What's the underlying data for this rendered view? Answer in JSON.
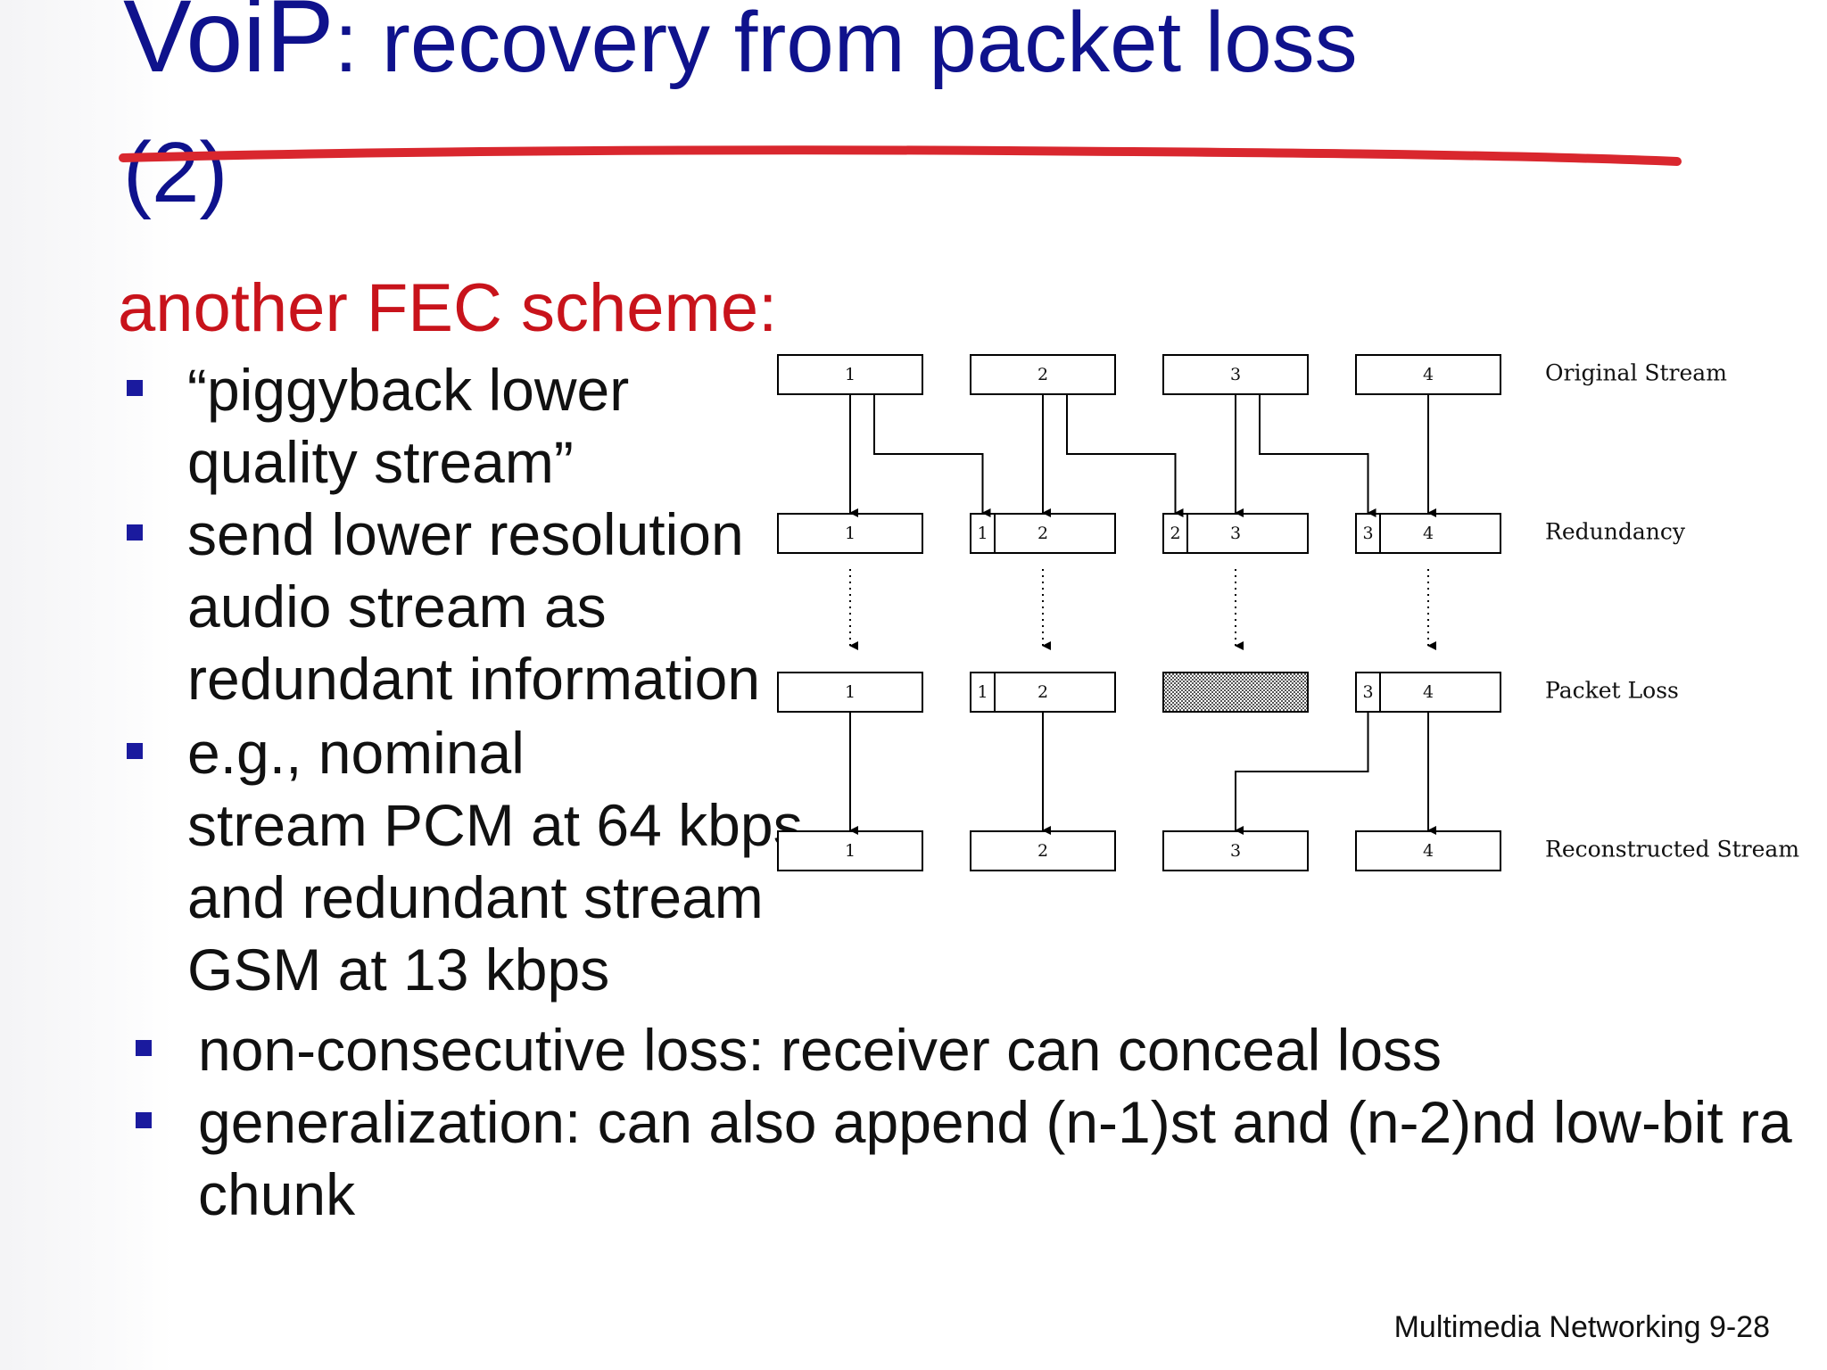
{
  "slide": {
    "title_line1_big": "VoiP",
    "title_line1_rest": ": recovery from packet loss",
    "title_line2": "(2)",
    "subheading": "another FEC scheme:",
    "bullets": [
      {
        "lines": [
          "“piggyback lower",
          "quality stream”"
        ]
      },
      {
        "lines": [
          "send lower resolution",
          "audio stream as",
          "redundant information"
        ]
      },
      {
        "lines": [
          "e.g., nominal",
          "stream PCM at 64 kbps",
          "and redundant stream",
          "GSM at 13 kbps"
        ]
      },
      {
        "lines": [
          "non-consecutive loss: receiver can conceal loss"
        ]
      },
      {
        "lines": [
          "generalization: can also append (n-1)st and (n-2)nd low-bit ra",
          "chunk"
        ]
      }
    ],
    "footer": "Multimedia Networking  9-28",
    "colors": {
      "title": "#0f128c",
      "subheading": "#c8131b",
      "bullet_marker": "#1a1a9e",
      "underline": "#d9272e",
      "lost_packet_fill": "#888888"
    }
  },
  "diagram": {
    "row_labels": [
      "Original Stream",
      "Redundancy",
      "Packet Loss",
      "Reconstructed Stream"
    ],
    "original": [
      "1",
      "2",
      "3",
      "4"
    ],
    "redundancy": [
      {
        "main": "1",
        "redundant": ""
      },
      {
        "main": "2",
        "redundant": "1"
      },
      {
        "main": "3",
        "redundant": "2"
      },
      {
        "main": "4",
        "redundant": "3"
      }
    ],
    "packet_loss": [
      {
        "main": "1",
        "redundant": "",
        "lost": false
      },
      {
        "main": "2",
        "redundant": "1",
        "lost": false
      },
      {
        "main": "",
        "redundant": "",
        "lost": true
      },
      {
        "main": "4",
        "redundant": "3",
        "lost": false
      }
    ],
    "reconstructed": [
      "1",
      "2",
      "3",
      "4"
    ]
  }
}
